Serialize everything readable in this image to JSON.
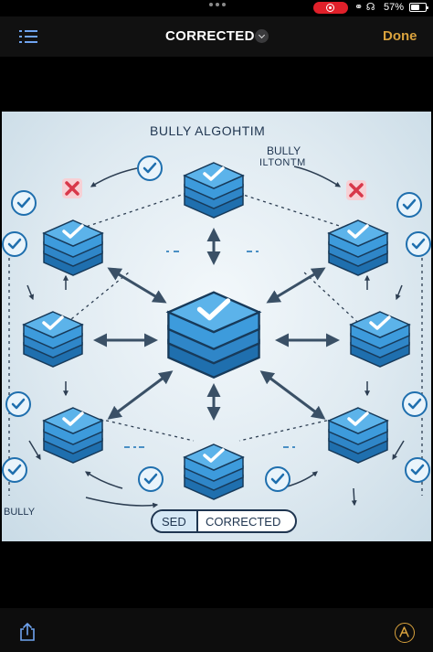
{
  "status_bar": {
    "battery": "57%",
    "battery_level": 0.57,
    "indicators": [
      "link-icon",
      "headphones-icon"
    ]
  },
  "nav": {
    "title": "CORRECTED",
    "done_label": "Done",
    "menu_icon": "list-icon",
    "title_menu_icon": "chevron-down-icon"
  },
  "figure": {
    "title": "BULLY ALGOHTIM",
    "subtitle_1": "BULLY",
    "subtitle_2": "ILTONTM",
    "side_label": "BULLY",
    "badge_left": "SED",
    "badge_right": "CORRECTED"
  },
  "toolbar": {
    "share_icon": "share-icon",
    "markup_icon": "markup-icon"
  },
  "colors": {
    "accent": "#d9a23d",
    "node_blue": "#3d9bdc",
    "dark_navy": "#1f3550",
    "error_red": "#d8384a",
    "record_red": "#e0202a"
  }
}
